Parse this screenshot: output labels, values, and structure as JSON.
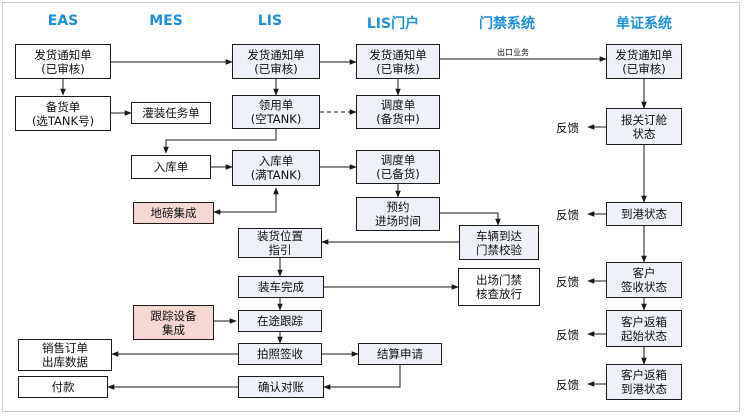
{
  "columns": [
    "EAS",
    "MES",
    "LIS",
    "LIS门户",
    "门禁系统",
    "单证系统"
  ],
  "boxes": {
    "eas_ship_notice": "发货通知单\n(已审核)",
    "eas_stock": "备货单\n(选TANK号)",
    "mes_fill_task": "灌装任务单",
    "mes_inbound": "入库单",
    "mes_weighbridge": "地磅集成",
    "mes_tracking": "跟踪设备\n集成",
    "lis_ship_notice": "发货通知单\n(已审核)",
    "lis_requisition": "领用单\n(空TANK)",
    "lis_inbound": "入库单\n(满TANK)",
    "lis_location": "装货位置\n指引",
    "lis_loading_done": "装车完成",
    "lis_in_transit": "在途跟踪",
    "lis_photo_sign": "拍照签收",
    "lis_confirm": "确认对账",
    "portal_ship_notice": "发货通知单\n(已审核)",
    "portal_dispatch_stocking": "调度单\n(备货中)",
    "portal_dispatch_ready": "调度单\n(已备货)",
    "portal_appointment": "预约\n进场时间",
    "portal_settlement": "结算申请",
    "gate_arrival": "车辆到达\n门禁校验",
    "gate_exit": "出场门禁\n核查放行",
    "doc_ship_notice": "发货通知单\n(已审核)",
    "doc_booking": "报关订舱\n状态",
    "doc_port": "到港状态",
    "doc_customer_sign": "客户\n签收状态",
    "doc_return_start": "客户返箱\n起始状态",
    "doc_return_port": "客户返箱\n到港状态",
    "eas_sales_data": "销售订单\n出库数据",
    "eas_payment": "付款"
  },
  "labels": {
    "export_business": "出口业务",
    "feedback": "反馈"
  },
  "colors": {
    "header": "#1f8fd8",
    "lis_fill": "#eef1f8",
    "integration_fill": "#f6d8d2",
    "line": "#1a1a1a"
  }
}
